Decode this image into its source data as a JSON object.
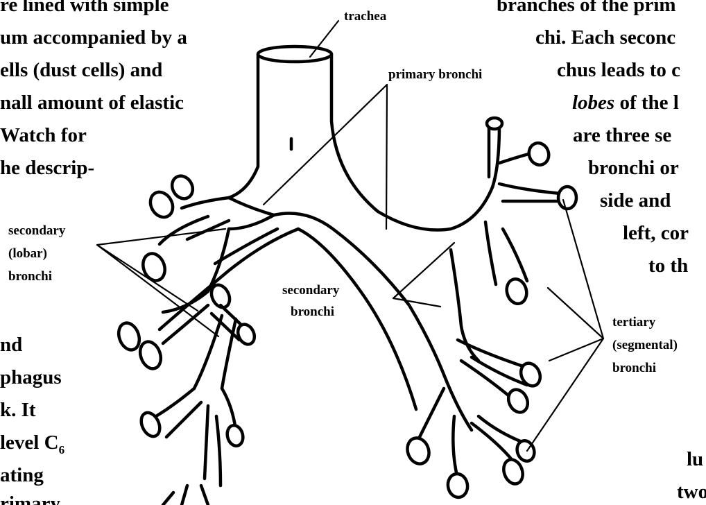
{
  "left_text": [
    "re lined with simple",
    "um accompanied by a",
    "ells (dust cells) and",
    "nall amount of elastic",
    "Watch for",
    "he descrip-"
  ],
  "left_text_lower": [
    "nd",
    "phagus",
    "k. It",
    "level C",
    "ating",
    "rimary"
  ],
  "subscript_6": "6",
  "right_text": [
    "branches of the prim",
    "chi. Each seconc",
    "chus leads to c",
    "lobes",
    " of the l",
    "are three se",
    "bronchi or",
    "side and",
    "left, cor",
    "to th"
  ],
  "right_text_lower": [
    "lu",
    "two"
  ],
  "labels": {
    "trachea": "trachea",
    "primary_bronchi": "primary bronchi",
    "secondary_lobar_1": "secondary",
    "secondary_lobar_2": "(lobar)",
    "secondary_lobar_3": "bronchi",
    "secondary_bronchi_1": "secondary",
    "secondary_bronchi_2": "bronchi",
    "tertiary_1": "tertiary",
    "tertiary_2": "(segmental)",
    "tertiary_3": "bronchi"
  }
}
